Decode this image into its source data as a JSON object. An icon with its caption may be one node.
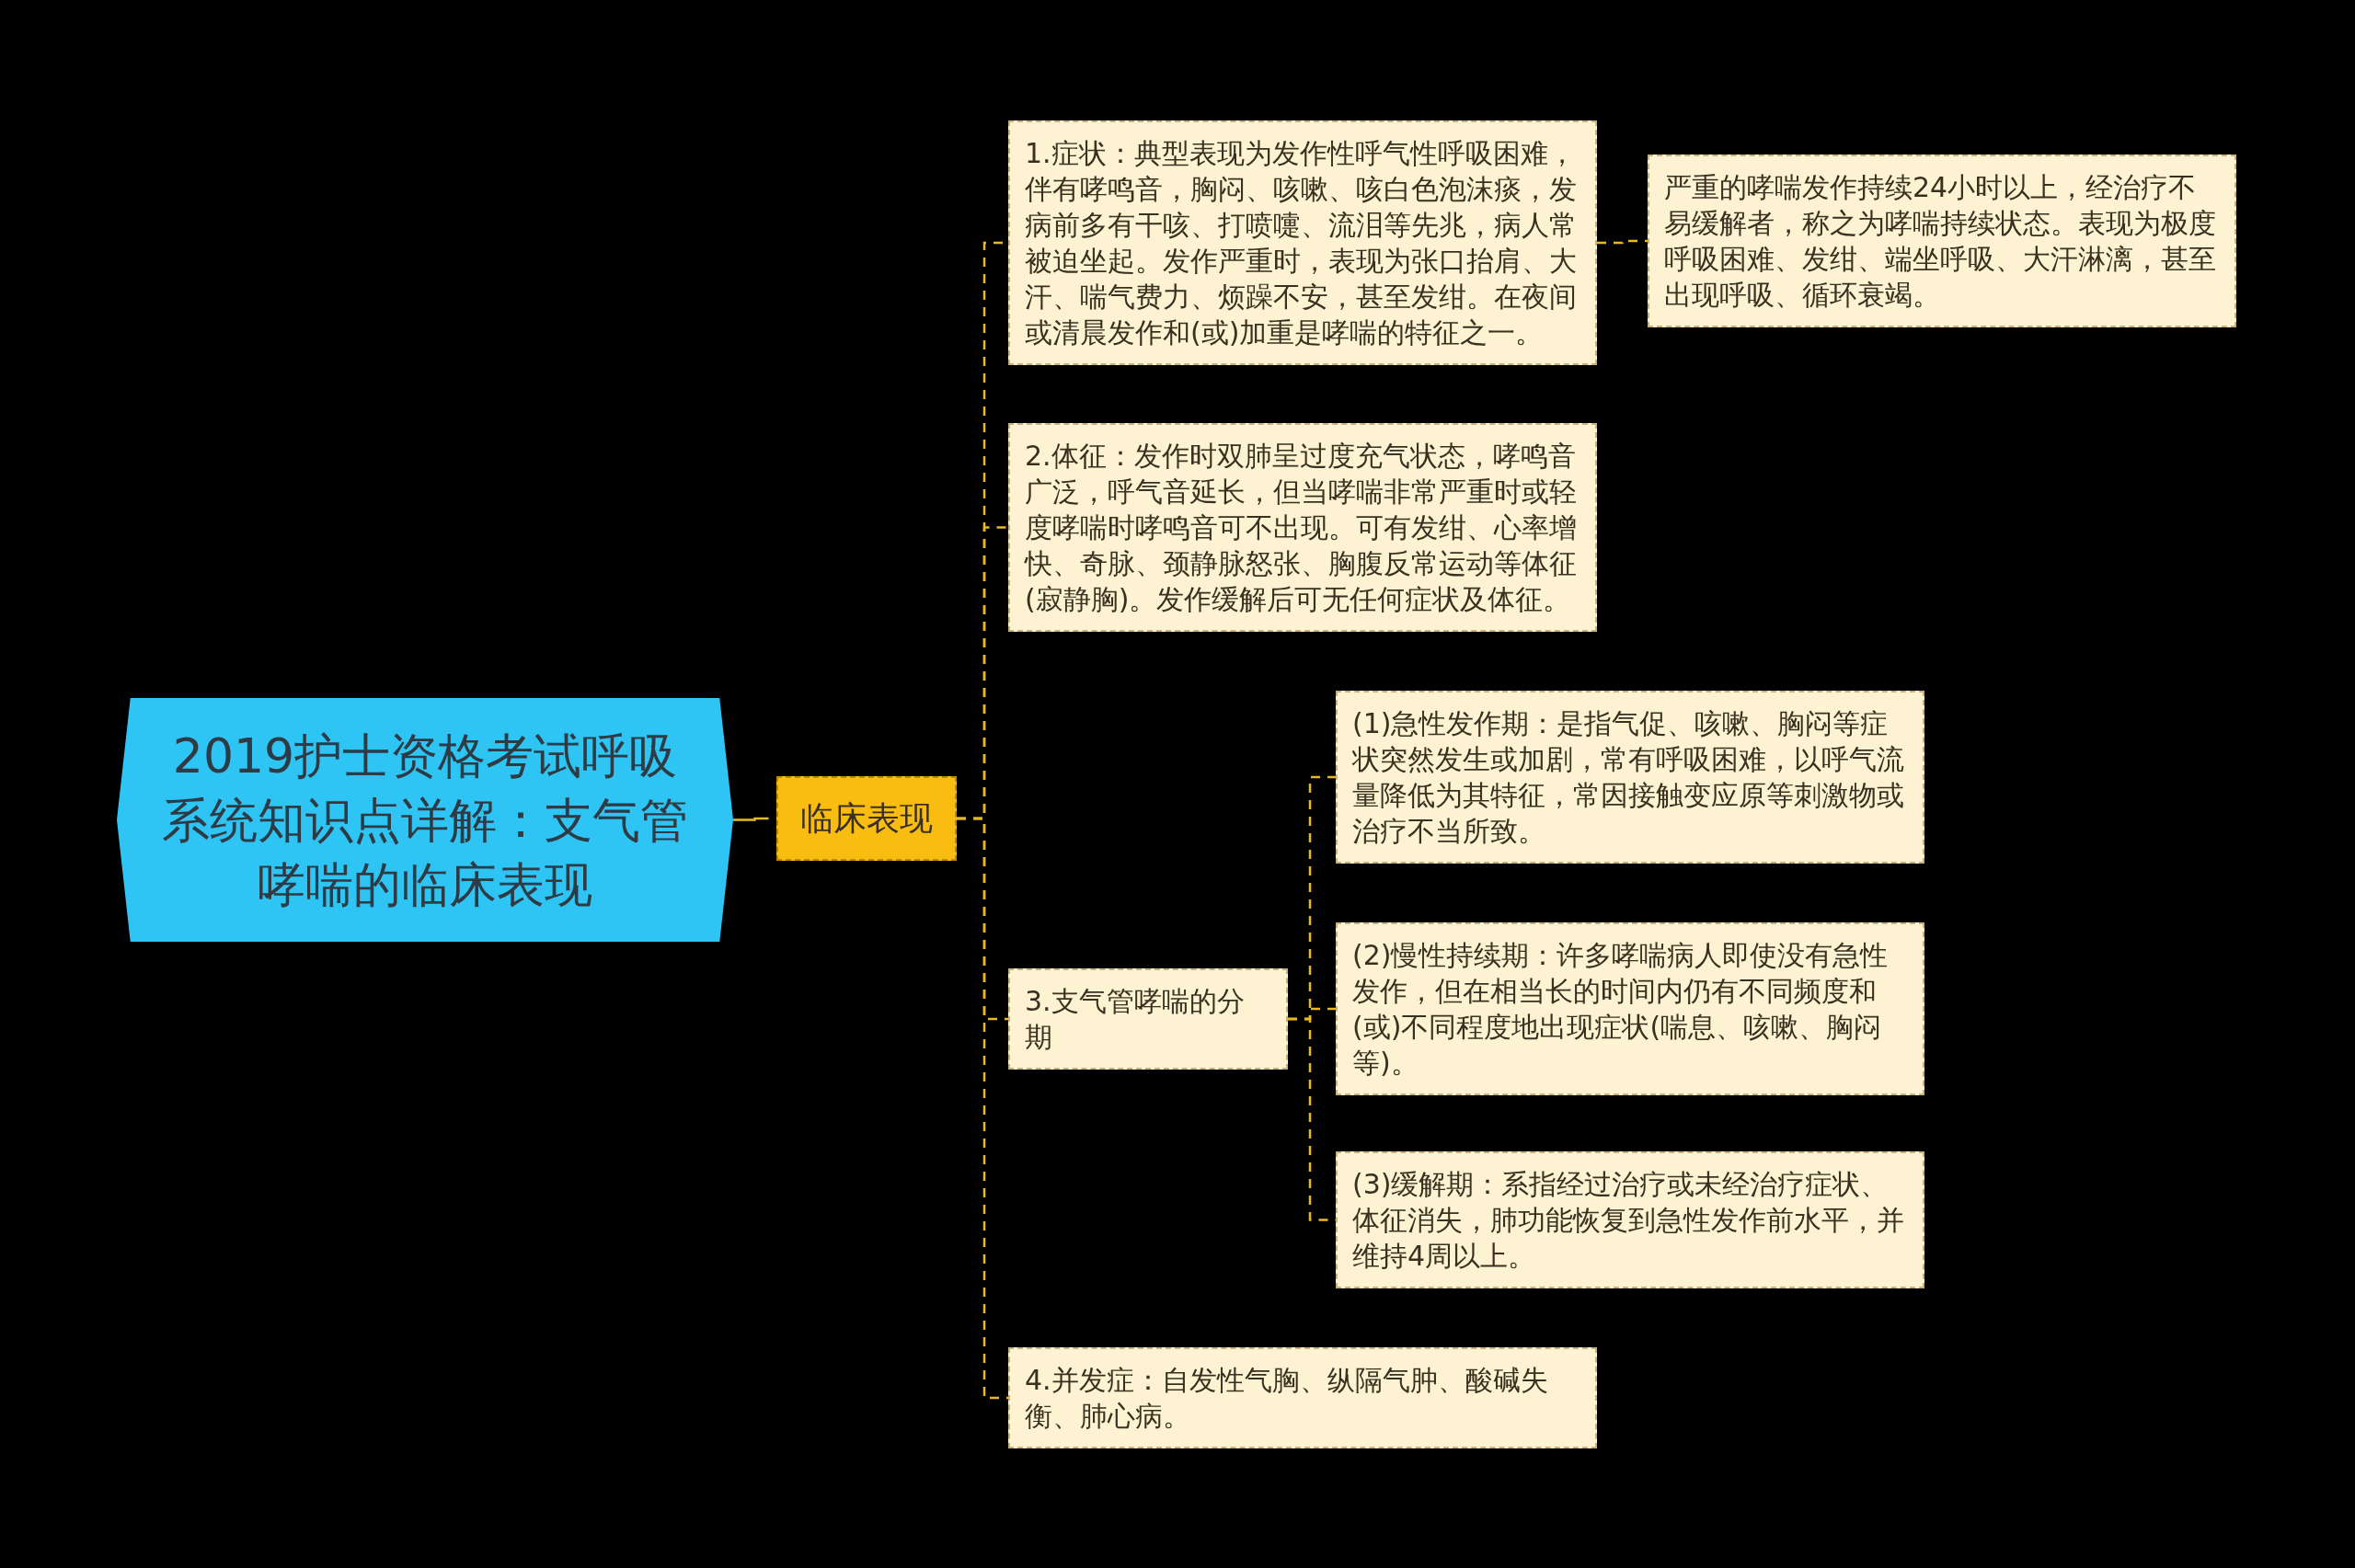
{
  "diagram": {
    "nodes": [
      {
        "text": [
          "2019护士资格考试呼吸系统知识点详解：支气管哮喘的临床表现"
        ]
      },
      {
        "text": [
          "临床表现"
        ]
      },
      {
        "text": [
          "1.症状：典型表现为发作性呼气性呼吸困难，伴有哮鸣音，胸闷、咳嗽、咳白色泡沫痰，发病前多有干咳、打喷嚏、流泪等先兆，病人常被迫坐起。发作严重时，表现为张口抬肩、大汗、喘气费力、烦躁不安，甚至发绀。在夜间或清晨发作和(或)加重是哮喘的特征之一。"
        ]
      },
      {
        "text": [
          "严重的哮喘发作持续24小时以上，经治疗不易缓解者，称之为哮喘持续状态。表现为极度呼吸困难、发绀、端坐呼吸、大汗淋漓，甚至出现呼吸、循环衰竭。"
        ]
      },
      {
        "text": [
          "2.体征：发作时双肺呈过度充气状态，哮鸣音广泛，呼气音延长，但当哮喘非常严重时或轻度哮喘时哮鸣音可不出现。可有发绀、心率增快、奇脉、颈静脉怒张、胸腹反常运动等体征(寂静胸)。发作缓解后可无任何症状及体征。"
        ]
      },
      {
        "text": [
          "3.支气管哮喘的分期"
        ]
      },
      {
        "text": [
          "(1)急性发作期：是指气促、咳嗽、胸闷等症状突然发生或加剧，常有呼吸困难，以呼气流量降低为其特征，常因接触变应原等刺激物或治疗不当所致。"
        ]
      },
      {
        "text": [
          "(2)慢性持续期：许多哮喘病人即使没有急性发作，但在相当长的时间内仍有不同频度和(或)不同程度地出现症状(喘息、咳嗽、胸闷等)。"
        ]
      },
      {
        "text": [
          "(3)缓解期：系指经过治疗或未经治疗症状、体征消失，肺功能恢复到急性发作前水平，并维持4周以上。"
        ]
      },
      {
        "text": [
          "4.并发症：自发性气胸、纵隔气肿、酸碱失衡、肺心病。"
        ]
      }
    ],
    "edges": [
      {
        "from": 0,
        "to": 1,
        "arrow": "none"
      },
      {
        "from": 1,
        "to": 2,
        "arrow": "none"
      },
      {
        "from": 2,
        "to": 3,
        "arrow": "none"
      },
      {
        "from": 1,
        "to": 4,
        "arrow": "none"
      },
      {
        "from": 1,
        "to": 5,
        "arrow": "none"
      },
      {
        "from": 5,
        "to": 6,
        "arrow": "none"
      },
      {
        "from": 5,
        "to": 7,
        "arrow": "none"
      },
      {
        "from": 5,
        "to": 8,
        "arrow": "none"
      },
      {
        "from": 1,
        "to": 9,
        "arrow": "none"
      }
    ]
  }
}
